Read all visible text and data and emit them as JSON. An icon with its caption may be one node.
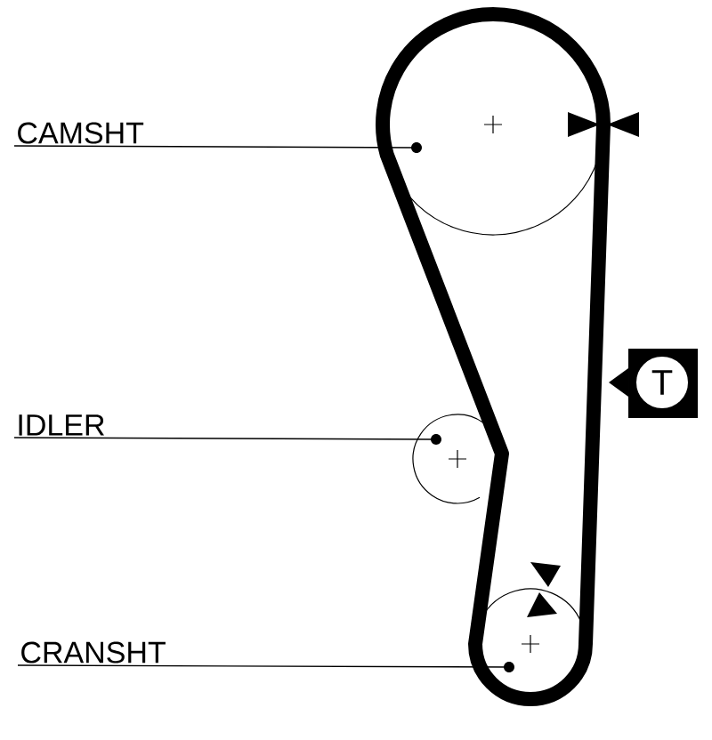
{
  "diagram": {
    "nodes": [
      {
        "text": [
          "CAMSHT"
        ]
      },
      {
        "text": [
          "IDLER"
        ]
      },
      {
        "text": [
          "CRANSHT"
        ]
      },
      {
        "text": [],
        "shape": "circle"
      },
      {
        "text": [],
        "shape": "circle"
      },
      {
        "text": [],
        "shape": "circle"
      },
      {
        "text": [
          "T"
        ]
      }
    ],
    "edges": [
      {
        "from": 0,
        "to": 3,
        "arrow": "none"
      },
      {
        "from": 1,
        "to": 4,
        "arrow": "none"
      },
      {
        "from": 2,
        "to": 5,
        "arrow": "none"
      }
    ]
  }
}
